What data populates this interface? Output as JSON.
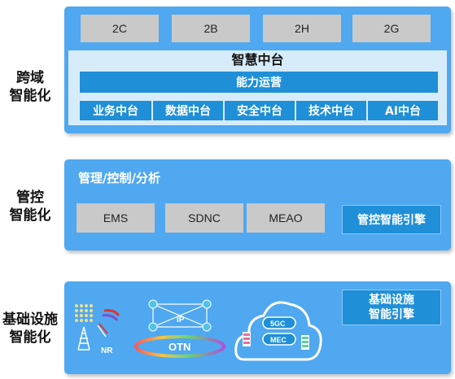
{
  "rows": [
    {
      "label_line1": "跨域",
      "label_line2": "智能化"
    },
    {
      "label_line1": "管控",
      "label_line2": "智能化"
    },
    {
      "label_line1": "基础设施",
      "label_line2": "智能化"
    }
  ],
  "top": {
    "apps": [
      "2C",
      "2B",
      "2H",
      "2G"
    ],
    "brain_title": "智慧中台",
    "ops_label": "能力运营",
    "sub_platforms": [
      "业务中台",
      "数据中台",
      "安全中台",
      "技术中台",
      "AI中台"
    ]
  },
  "middle": {
    "title": "管理/控制/分析",
    "boxes": [
      "EMS",
      "SDNC",
      "MEAO"
    ],
    "engine": "管控智能引擎"
  },
  "bottom": {
    "engine_line1": "基础设施",
    "engine_line2": "智能引擎",
    "nr_label": "NR",
    "ip_label": "IP",
    "otn_label": "OTN",
    "cloud_5gc": "5GC",
    "cloud_mec": "MEC"
  },
  "colors": {
    "panel": "#4fa8f0",
    "button": "#1f8fd8",
    "grey": "#c9c9c9",
    "brain_bg": "#d7ecfa"
  }
}
